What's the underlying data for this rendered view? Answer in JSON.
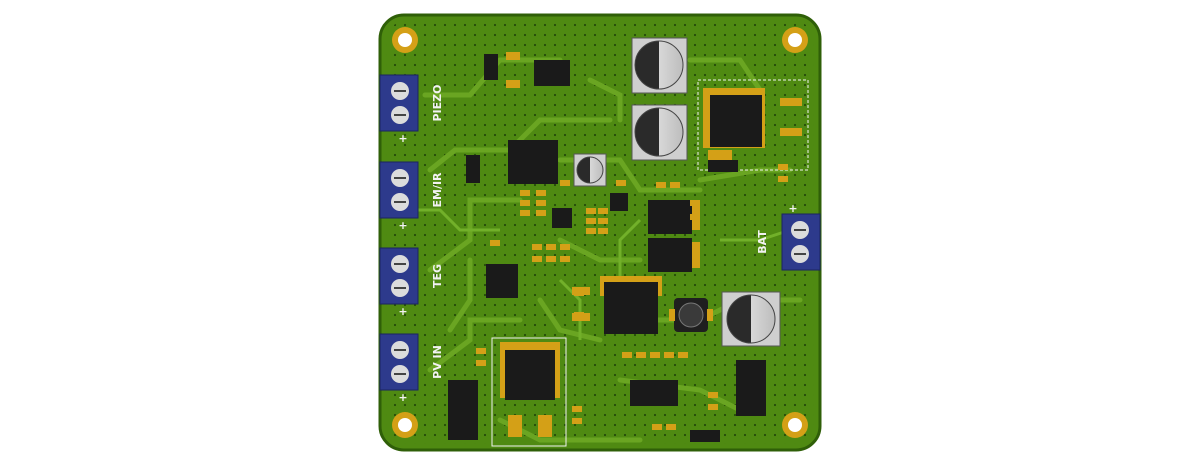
{
  "board": {
    "labels": {
      "piezo": "PIEZO",
      "em_ir": "EM/IR",
      "teg": "TEG",
      "pv_in": "PV IN",
      "bat": "BAT"
    },
    "polarity": {
      "plus": "+"
    }
  },
  "colors": {
    "background": "#ffffff",
    "pcb": "#4f8a12",
    "pcb_edge": "#2f5f08",
    "trace": "#6aa522",
    "via": "#1f3a08",
    "terminal_block": "#2d3a8c",
    "pad_gold": "#d4a017",
    "ic_black": "#1a1a1a",
    "silkscreen": "#f2f2f2"
  },
  "icons": [
    "terminal-block-icon",
    "capacitor-icon",
    "inductor-icon",
    "ic-chip-icon",
    "mounting-hole-icon"
  ]
}
